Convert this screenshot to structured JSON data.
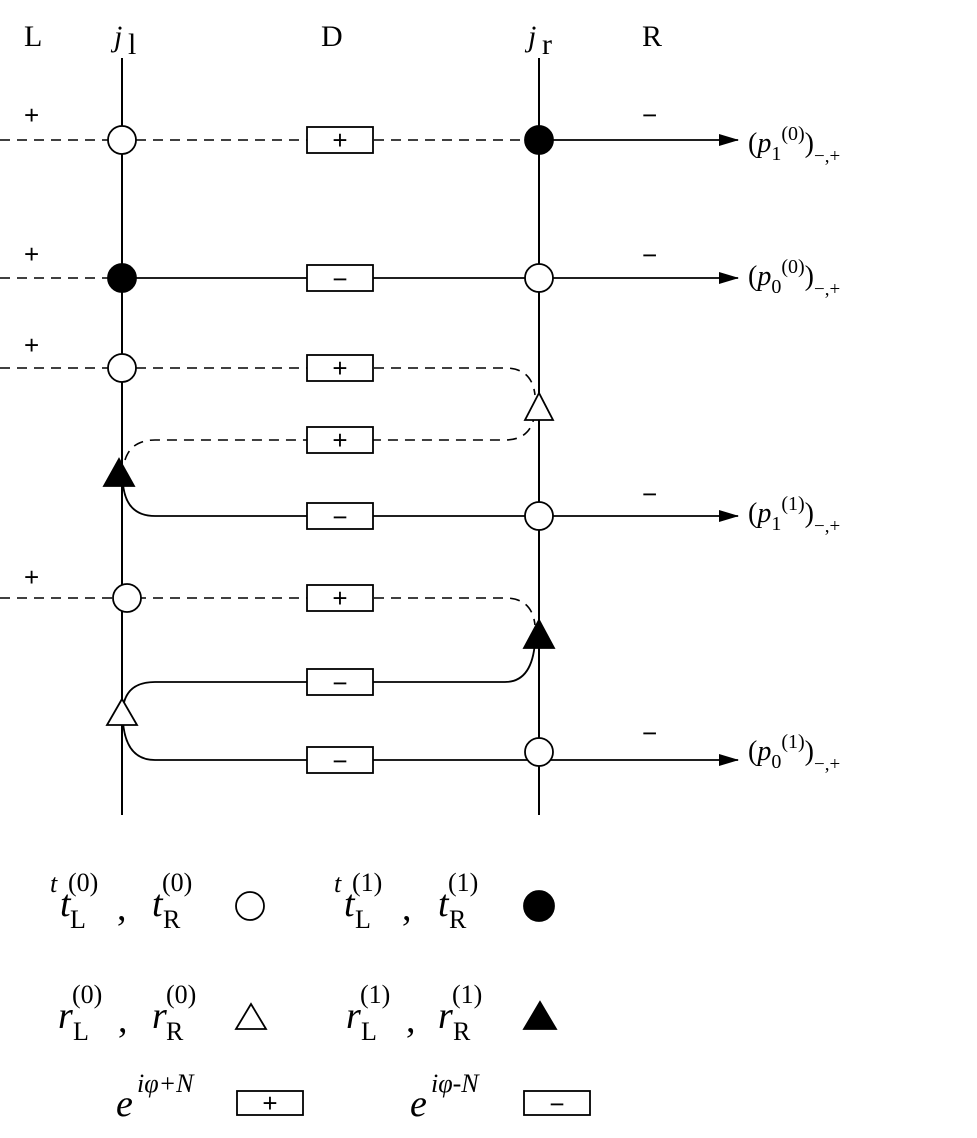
{
  "regions": {
    "left": "L",
    "right": "R",
    "center": "D",
    "junction_left_main": "j",
    "junction_left_sub": "l",
    "junction_right_main": "j",
    "junction_right_sub": "r"
  },
  "signs": {
    "plus": "+",
    "minus": "−"
  },
  "outputs": [
    {
      "p": "p",
      "index": "1",
      "order": "(0)",
      "sub": "−,+"
    },
    {
      "p": "p",
      "index": "0",
      "order": "(0)",
      "sub": "−,+"
    },
    {
      "p": "p",
      "index": "1",
      "order": "(1)",
      "sub": "−,+"
    },
    {
      "p": "p",
      "index": "0",
      "order": "(1)",
      "sub": "−,+"
    }
  ],
  "legend": {
    "t0_lead": "t",
    "t0_a": "t",
    "t0_b": "t",
    "t1_lead": "t",
    "t1_a": "t",
    "t1_b": "t",
    "r0_a": "r",
    "r0_b": "r",
    "r1_a": "r",
    "r1_b": "r",
    "sup0": "(0)",
    "sup1": "(1)",
    "subL": "L",
    "subR": "R",
    "comma": ",",
    "phase_plus_base": "e",
    "phase_plus_exp": "iφ+N",
    "phase_minus_base": "e",
    "phase_minus_exp": "iφ-N"
  }
}
